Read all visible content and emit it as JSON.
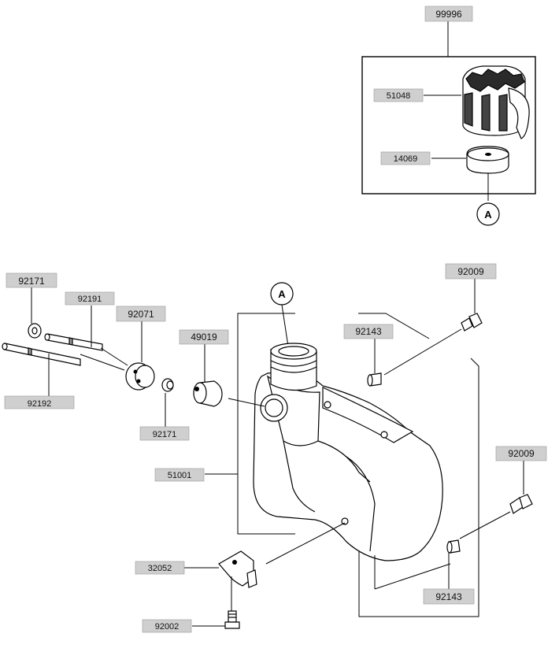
{
  "callout_letter": "A",
  "parts": {
    "p99996": "99996",
    "p51048": "51048",
    "p14069": "14069",
    "p92171_top": "92171",
    "p92191": "92191",
    "p92071": "92071",
    "p49019": "49019",
    "p92143_top": "92143",
    "p92009_top": "92009",
    "p92192": "92192",
    "p92171_bot": "92171",
    "p51001": "51001",
    "p92009_right": "92009",
    "p32052": "32052",
    "p92143_bot": "92143",
    "p92002": "92002"
  },
  "colors": {
    "label_fill": "#cfcfcf",
    "part_fill": "#ffffff",
    "ink": "#000000"
  }
}
